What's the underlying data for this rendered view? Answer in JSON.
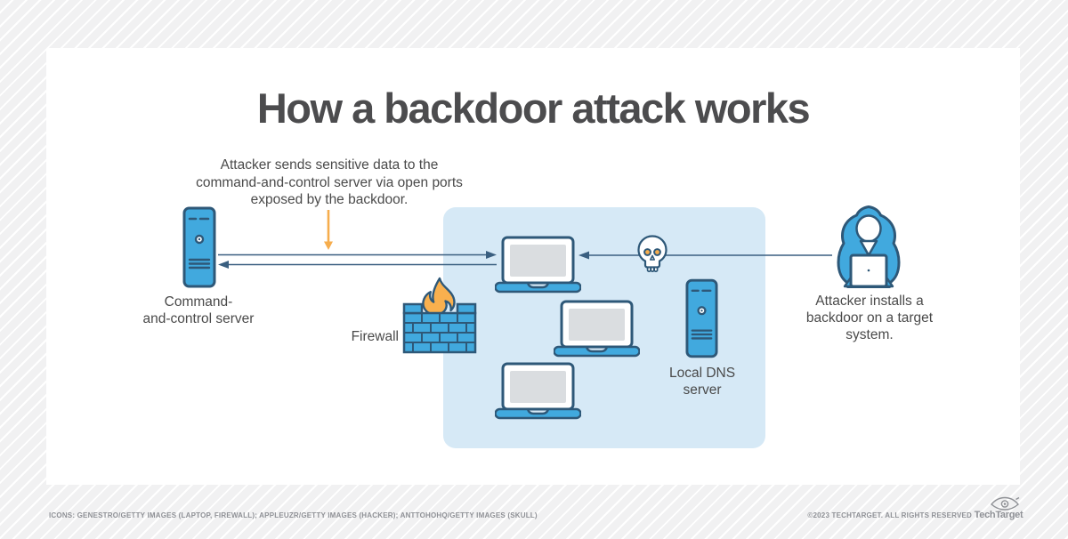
{
  "title": "How a backdoor attack works",
  "annotation": {
    "lines": [
      "Attacker sends sensitive data to the",
      "command-and-control server via open ports",
      "exposed by the backdoor."
    ]
  },
  "nodes": {
    "c2_server": {
      "label_lines": [
        "Command-",
        "and-control server"
      ]
    },
    "firewall": {
      "label": "Firewall"
    },
    "dns_server": {
      "label_lines": [
        "Local DNS",
        "server"
      ]
    },
    "attacker": {
      "caption_lines": [
        "Attacker installs a",
        "backdoor on a target",
        "system."
      ]
    },
    "workstations": {
      "count": 3
    }
  },
  "icons": [
    "server-icon",
    "laptop-icon",
    "firewall-icon",
    "skull-icon",
    "hacker-icon",
    "down-arrow-icon",
    "techtarget-eye-icon"
  ],
  "colors": {
    "icon_blue": "#41a9de",
    "icon_outline": "#2e5878",
    "panel_blue": "#d6e9f6",
    "accent_orange": "#f6ad4d",
    "flame_orange": "#f9b04e",
    "title_gray": "#4c4c4e",
    "text_gray": "#4a4a4a",
    "footer_gray": "#8f9196",
    "arrow_navy": "#3a5f80",
    "screen_gray": "#dadde0"
  },
  "footer": {
    "credits": "ICONS: GENESTRO/GETTY IMAGES (LAPTOP, FIREWALL); APPLEUZR/GETTY IMAGES (HACKER); ANTTOHOHQ/GETTY IMAGES (SKULL)",
    "copyright": "©2023 TECHTARGET. ALL RIGHTS RESERVED",
    "brand": "TechTarget"
  }
}
